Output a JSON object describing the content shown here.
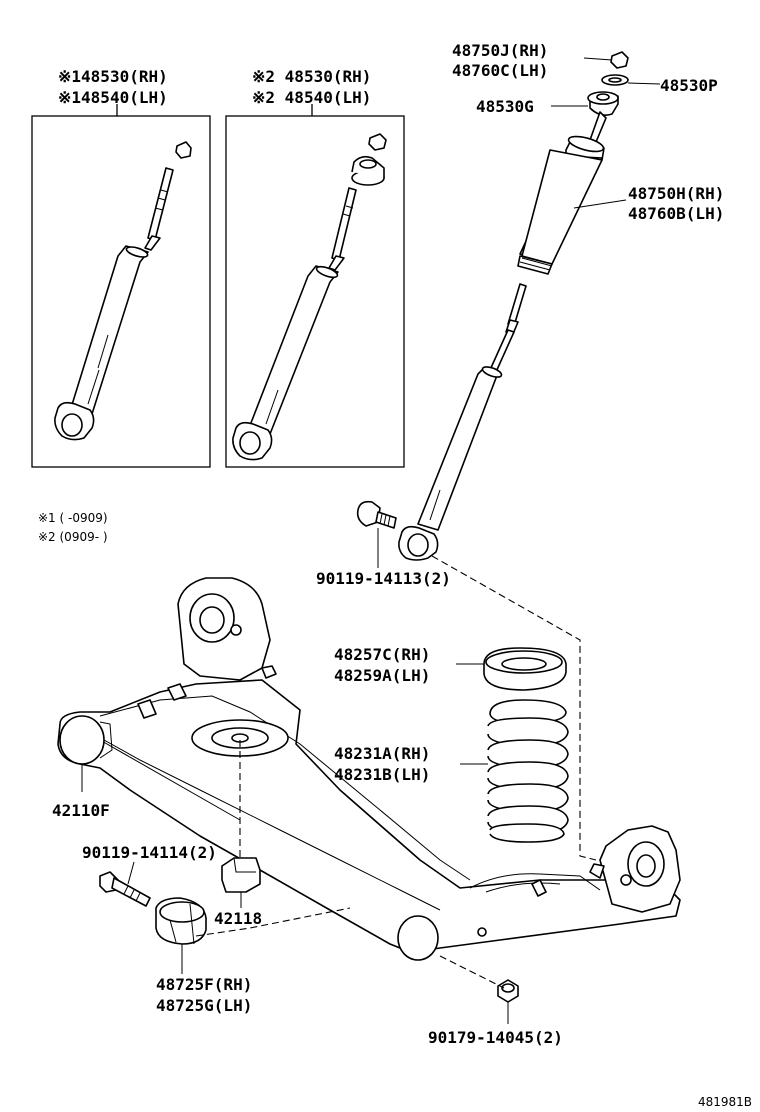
{
  "labels": {
    "box1_rh": "※148530(RH)",
    "box1_lh": "※148540(LH)",
    "box2_rh": "※2 48530(RH)",
    "box2_lh": "※2 48540(LH)",
    "nut_rh": "48750J(RH)",
    "nut_lh": "48760C(LH)",
    "washer": "48530P",
    "support": "48530G",
    "boot_rh": "48750H(RH)",
    "boot_lh": "48760B(LH)",
    "bolt_upper": "90119-14113(2)",
    "seat_rh": "48257C(RH)",
    "seat_lh": "48259A(LH)",
    "spring_rh": "48231A(RH)",
    "spring_lh": "48231B(LH)",
    "beam": "42110F",
    "bolt_lower": "90119-14114(2)",
    "stopper": "42118",
    "bush_rh": "48725F(RH)",
    "bush_lh": "48725G(LH)",
    "nut_lower": "90179-14045(2)",
    "note1": "※1 (     -0909)",
    "note2": "※2 (0909-     )",
    "figure_id": "481981B"
  }
}
